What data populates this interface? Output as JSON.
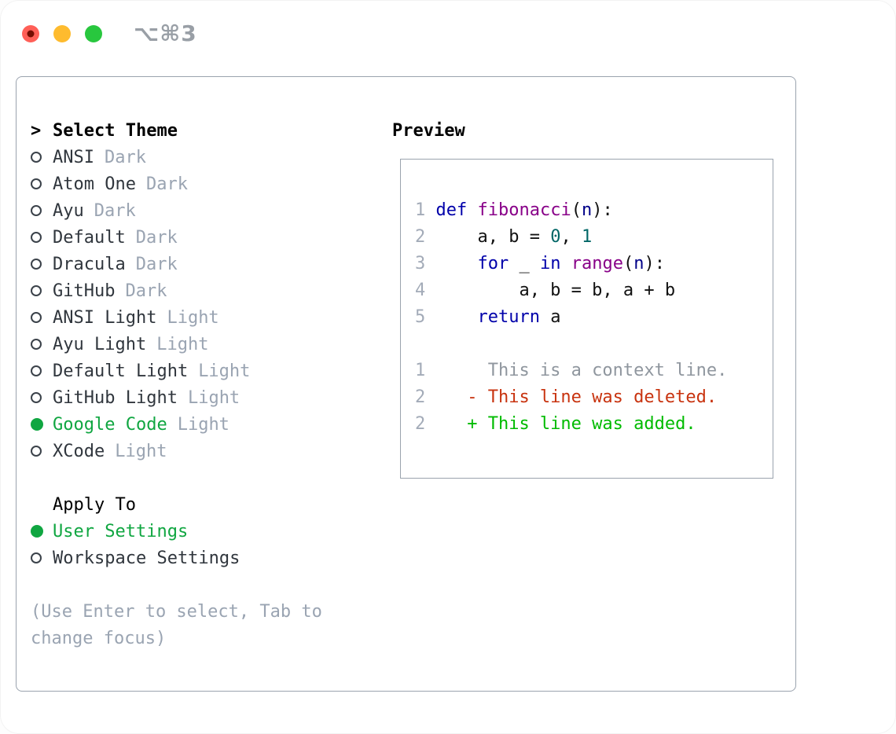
{
  "titlebar": {
    "shortcut": "⌥⌘3",
    "traffic_lights": [
      "close",
      "minimize",
      "maximize"
    ]
  },
  "theme_list": {
    "cursor": ">",
    "title": "Select Theme",
    "items": [
      {
        "name": "ANSI",
        "variant": "Dark",
        "selected": false
      },
      {
        "name": "Atom One",
        "variant": "Dark",
        "selected": false
      },
      {
        "name": "Ayu",
        "variant": "Dark",
        "selected": false
      },
      {
        "name": "Default",
        "variant": "Dark",
        "selected": false
      },
      {
        "name": "Dracula",
        "variant": "Dark",
        "selected": false
      },
      {
        "name": "GitHub",
        "variant": "Dark",
        "selected": false
      },
      {
        "name": "ANSI Light",
        "variant": "Light",
        "selected": false
      },
      {
        "name": "Ayu Light",
        "variant": "Light",
        "selected": false
      },
      {
        "name": "Default Light",
        "variant": "Light",
        "selected": false
      },
      {
        "name": "GitHub Light",
        "variant": "Light",
        "selected": false
      },
      {
        "name": "Google Code",
        "variant": "Light",
        "selected": true
      },
      {
        "name": "XCode",
        "variant": "Light",
        "selected": false
      }
    ]
  },
  "apply_to": {
    "title": "Apply To",
    "options": [
      {
        "name": "User Settings",
        "selected": true
      },
      {
        "name": "Workspace Settings",
        "selected": false
      }
    ]
  },
  "hint": {
    "lines": [
      "(Use Enter to select, Tab to",
      "change focus)"
    ]
  },
  "preview": {
    "title": "Preview",
    "code_lines": [
      {
        "num": "1",
        "tokens": [
          [
            "def",
            "kw"
          ],
          [
            " ",
            "pln"
          ],
          [
            "fibonacci",
            "fn"
          ],
          [
            "(",
            "pln"
          ],
          [
            "n",
            "var"
          ],
          [
            "):",
            "pln"
          ]
        ]
      },
      {
        "num": "2",
        "tokens": [
          [
            "    a, b = ",
            "pln"
          ],
          [
            "0",
            "lit"
          ],
          [
            ", ",
            "pln"
          ],
          [
            "1",
            "lit"
          ]
        ]
      },
      {
        "num": "3",
        "tokens": [
          [
            "    ",
            "pln"
          ],
          [
            "for",
            "kw"
          ],
          [
            " _ ",
            "pln"
          ],
          [
            "in",
            "kw"
          ],
          [
            " ",
            "pln"
          ],
          [
            "range",
            "fn"
          ],
          [
            "(",
            "pln"
          ],
          [
            "n",
            "var"
          ],
          [
            "):",
            "pln"
          ]
        ]
      },
      {
        "num": "4",
        "tokens": [
          [
            "        a, b = b, a + b",
            "pln"
          ]
        ]
      },
      {
        "num": "5",
        "tokens": [
          [
            "    ",
            "pln"
          ],
          [
            "return",
            "kw"
          ],
          [
            " a",
            "pln"
          ]
        ]
      }
    ],
    "diff_lines": [
      {
        "num": "1",
        "text": "     This is a context line.",
        "type": "context"
      },
      {
        "num": "2",
        "text": "   - This line was deleted.",
        "type": "deleted"
      },
      {
        "num": "2",
        "text": "   + This line was added.",
        "type": "added"
      }
    ]
  },
  "colors": {
    "selection_green": "#10a641",
    "border": "#9aa3ae",
    "text_dark": "#30363d",
    "muted": "#9aa4b2",
    "line_number": "#a3abb8",
    "titlebar_gray": "#999fa6",
    "traffic_red": "#ff5f57",
    "traffic_red_inner": "#750d01",
    "traffic_yellow": "#febb2e",
    "traffic_green": "#28c73e",
    "kw": "#0000aa",
    "fn": "#880088",
    "lit": "#006666",
    "var": "#000088",
    "pln": "#111111",
    "diff_context": "#8f969e",
    "diff_deleted": "#c8330f",
    "diff_added": "#00bb00"
  }
}
